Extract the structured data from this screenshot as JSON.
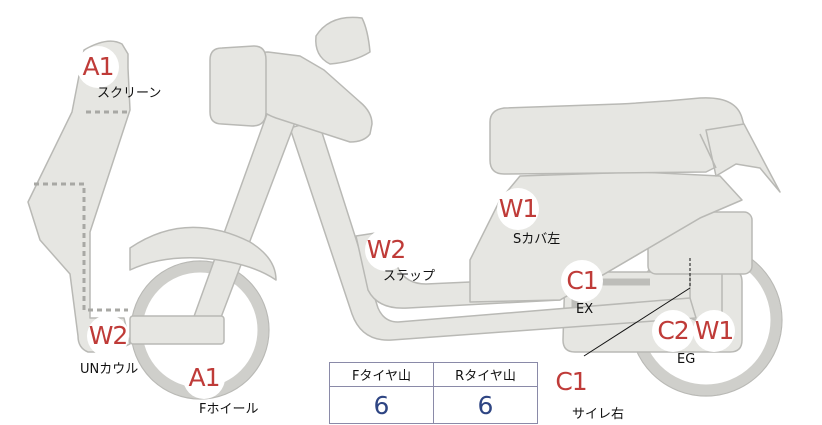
{
  "markers": [
    {
      "id": "screen",
      "code": "A1",
      "label": "スクリーン"
    },
    {
      "id": "under-cowl",
      "code": "W2",
      "label": "UNカウル"
    },
    {
      "id": "front-wheel",
      "code": "A1",
      "label": "Fホイール"
    },
    {
      "id": "step",
      "code": "W2",
      "label": "ステップ"
    },
    {
      "id": "side-cover-left",
      "code": "W1",
      "label": "Sカバ左"
    },
    {
      "id": "exhaust",
      "code": "C1",
      "label": "EX"
    },
    {
      "id": "engine",
      "codes": [
        "C2",
        "W1"
      ],
      "label": "EG"
    },
    {
      "id": "muffler-right",
      "code": "C1",
      "label": "サイレ右"
    }
  ],
  "tire_table": {
    "headers": [
      "Fタイヤ山",
      "Rタイヤ山"
    ],
    "values": [
      "6",
      "6"
    ]
  },
  "colors": {
    "code_text": "#bf3b38",
    "table_value": "#2e4583",
    "table_border": "#8a8aa8",
    "body_fill": "#e6e6e2",
    "body_stroke": "#b9b9b5"
  }
}
